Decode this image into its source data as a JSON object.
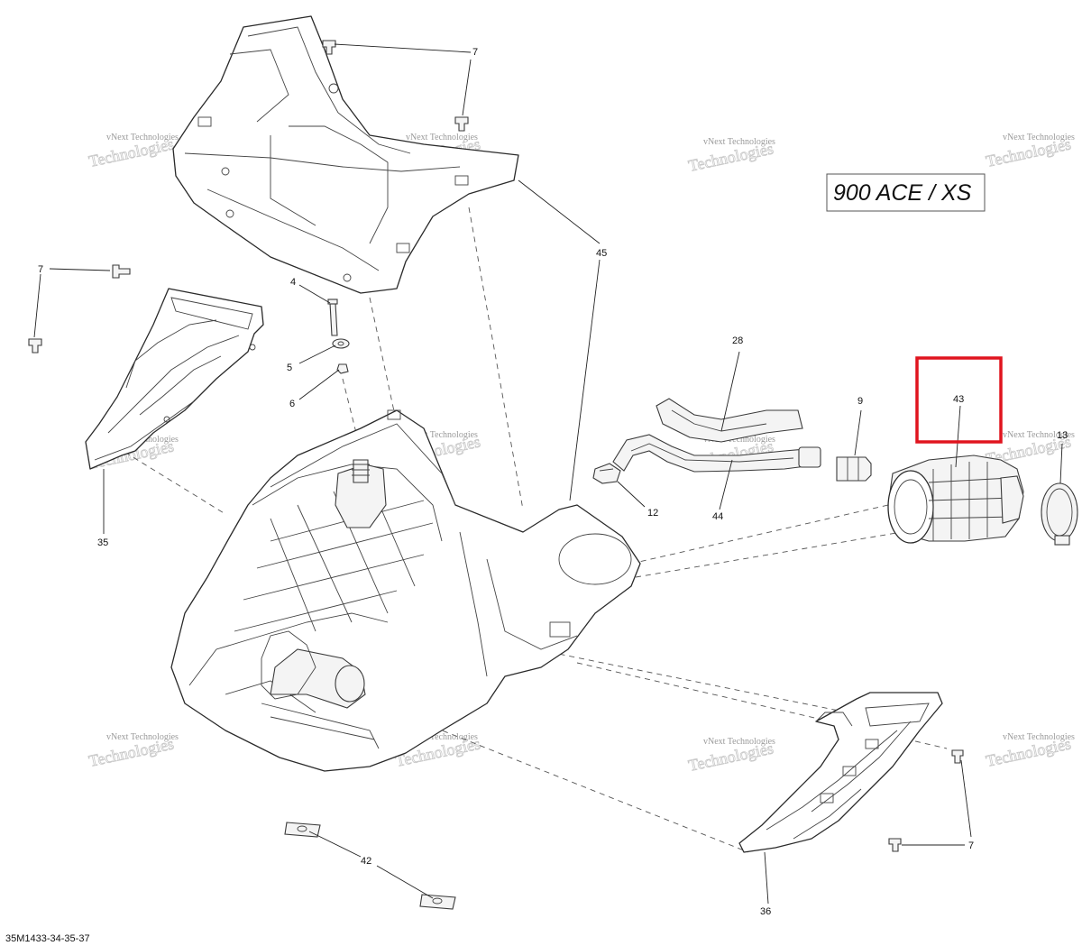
{
  "model_label": "900 ACE / XS",
  "drawing_code": "35M1433-34-35-37",
  "watermark": {
    "line1": "vNext Technologies",
    "line2": "Technologies"
  },
  "callouts": {
    "c4": "4",
    "c5": "5",
    "c6": "6",
    "c7a": "7",
    "c7b": "7",
    "c7c": "7",
    "c9": "9",
    "c12": "12",
    "c13": "13",
    "c28": "28",
    "c35": "35",
    "c36": "36",
    "c42": "42",
    "c43": "43",
    "c44": "44",
    "c45": "45"
  },
  "highlighted_part": "43",
  "colors": {
    "highlight": "#e0141e",
    "line": "#2a2a2a",
    "watermark": "#9a9a9a"
  }
}
